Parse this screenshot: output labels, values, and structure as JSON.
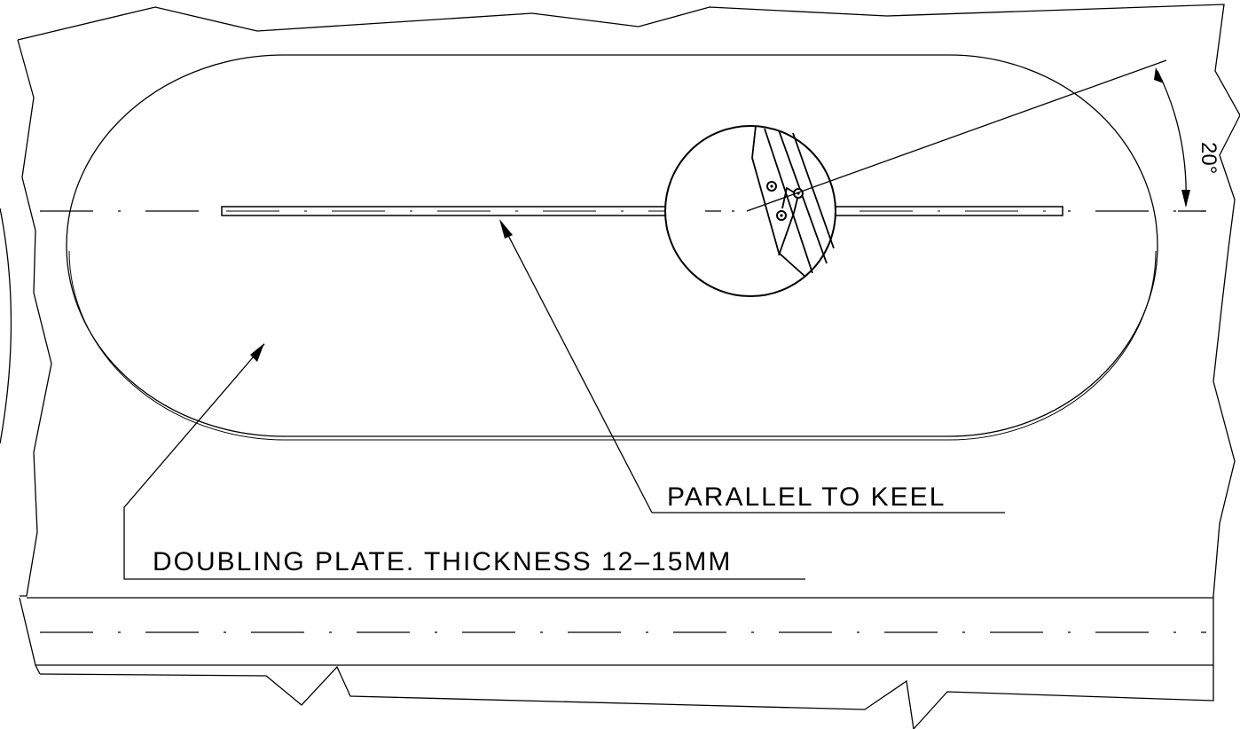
{
  "labels": {
    "parallel_to_keel": "PARALLEL TO KEEL",
    "doubling_plate": "DOUBLING PLATE. THICKNESS 12–15MM",
    "angle": "20°"
  },
  "colors": {
    "line": "#000000",
    "background": "#ffffff"
  }
}
